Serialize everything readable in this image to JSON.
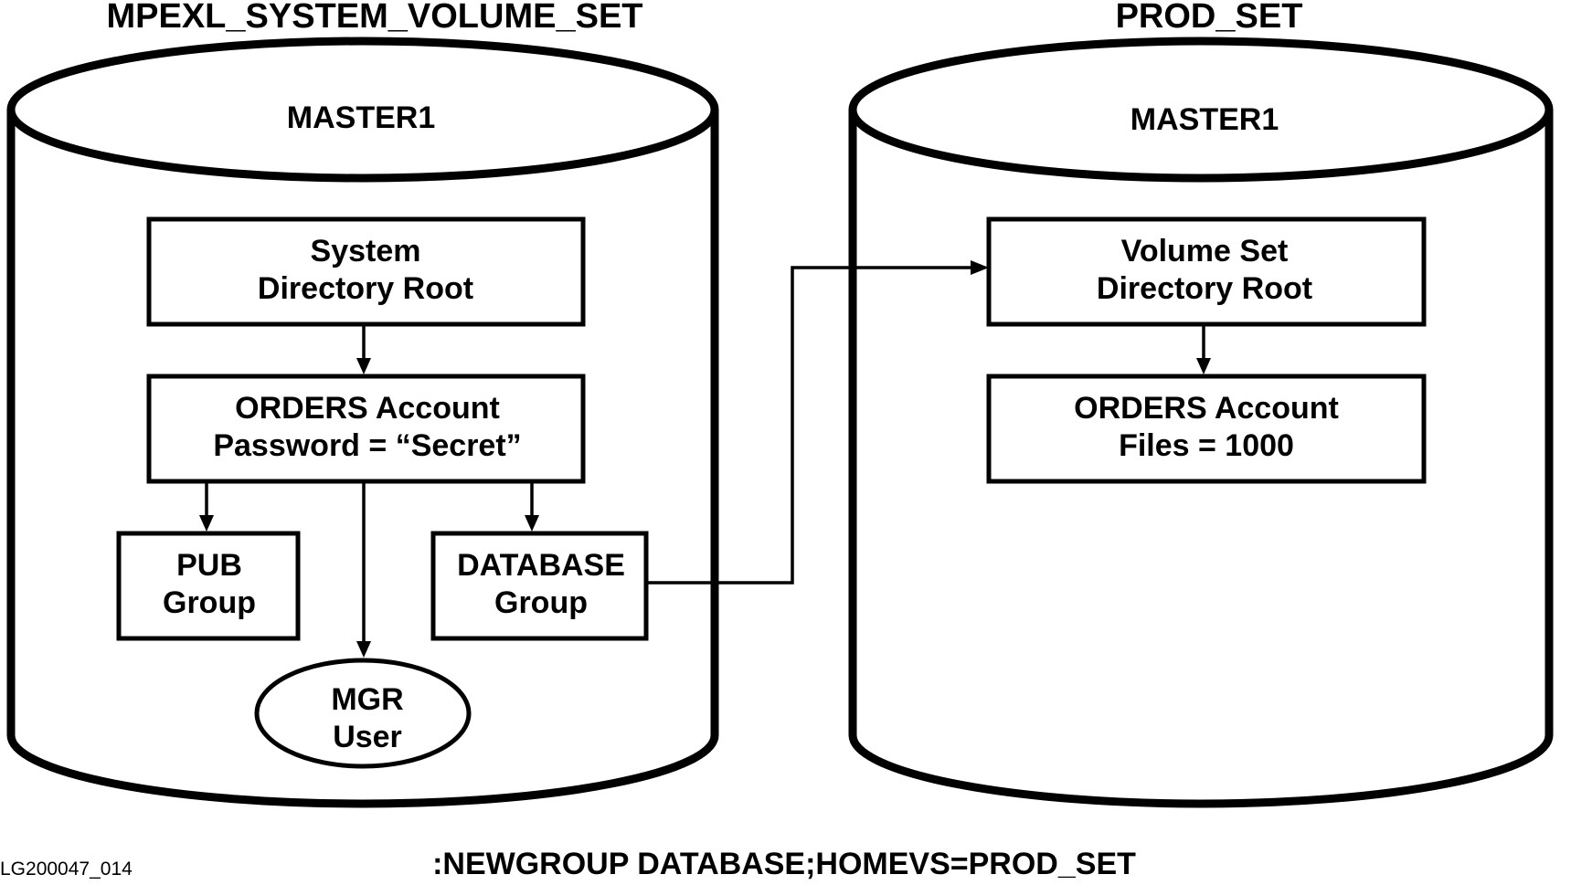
{
  "left_volume": {
    "title": "MPEXL_SYSTEM_VOLUME_SET",
    "disk_label": "MASTER1",
    "root_box": {
      "line1": "System",
      "line2": "Directory  Root"
    },
    "account_box": {
      "line1": "ORDERS Account",
      "line2": "Password = “Secret”"
    },
    "pub_box": {
      "line1": "PUB",
      "line2": "Group"
    },
    "database_box": {
      "line1": "DATABASE",
      "line2": "Group"
    },
    "user_node": {
      "line1": "MGR",
      "line2": "User"
    }
  },
  "right_volume": {
    "title": "PROD_SET",
    "disk_label": "MASTER1",
    "root_box": {
      "line1": "Volume Set",
      "line2": "Directory  Root"
    },
    "account_box": {
      "line1": "ORDERS Account",
      "line2": "Files = 1000"
    }
  },
  "command": ":NEWGROUP DATABASE;HOMEVS=PROD_SET",
  "figure_id": "LG200047_014",
  "colors": {
    "stroke": "#000000",
    "background": "#ffffff"
  }
}
